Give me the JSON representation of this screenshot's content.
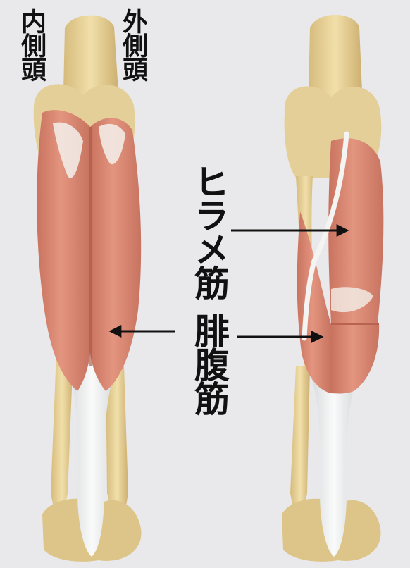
{
  "labels": {
    "medial_head": "内側頭",
    "lateral_head": "外側頭",
    "soleus": "ヒラメ筋",
    "gastrocnemius": "腓腹筋"
  },
  "colors": {
    "background": "#e9e9eb",
    "bone": "#e8d39a",
    "bone_shadow": "#c9ad6e",
    "muscle": "#dd8a76",
    "muscle_dark": "#c06a58",
    "tendon": "#eef0f0",
    "arrow": "#111111"
  },
  "icons": [
    "left-leg-illustration",
    "right-leg-illustration",
    "arrow-to-soleus",
    "arrow-to-gastrocnemius-left",
    "arrow-to-gastrocnemius-right"
  ]
}
